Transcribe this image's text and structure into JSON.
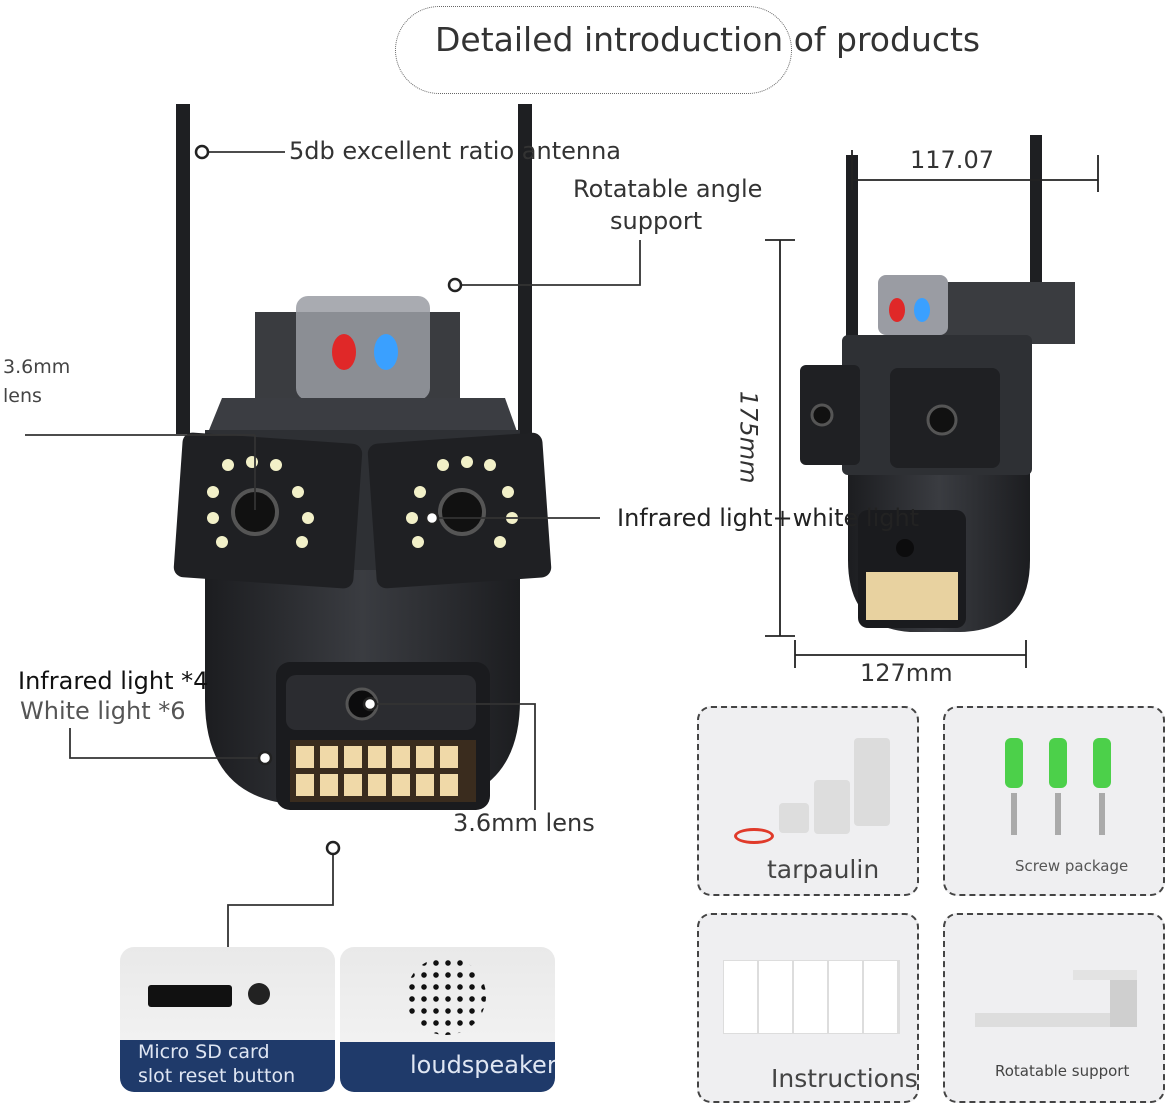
{
  "title": "Detailed introduction of products",
  "callouts": {
    "antenna": "5db excellent ratio antenna",
    "rotatable_angle_line1": "Rotatable angle",
    "rotatable_angle_line2": "support",
    "lens_top_line1": "3.6mm",
    "lens_top_line2": "lens",
    "infrared_white": "Infrared light+white light",
    "infrared_count": "Infrared light *4",
    "white_count": "White light *6",
    "lens_bottom": "3.6mm lens"
  },
  "dimensions": {
    "width_top": "117.07",
    "height": "175mm",
    "width_bottom": "127mm"
  },
  "features": [
    {
      "line1": "Micro SD card",
      "line2": "slot reset button"
    },
    {
      "line1": "loudspeaker"
    }
  ],
  "accessories": [
    {
      "label": "tarpaulin"
    },
    {
      "label": "Screw package"
    },
    {
      "label": "Instructions"
    },
    {
      "label": "Rotatable support"
    }
  ],
  "colors": {
    "band": "#1f3a6a",
    "red_led": "#e02828",
    "blue_led": "#3aa0ff",
    "green_anchor": "#4cd04a",
    "body": "#2b2d31"
  }
}
